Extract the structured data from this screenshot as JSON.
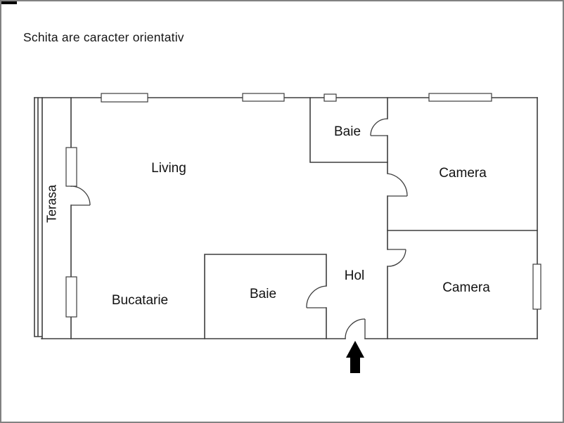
{
  "page": {
    "title": "Schita are caracter orientativ"
  },
  "floorplan": {
    "rooms": {
      "terasa": "Terasa",
      "living": "Living",
      "baie_top": "Baie",
      "camera_top": "Camera",
      "camera_bottom": "Camera",
      "bucatarie": "Bucatarie",
      "baie_bottom": "Baie",
      "hol": "Hol"
    },
    "icons": {
      "entrance": "arrow-up",
      "window": "double-line-rectangle",
      "door": "quarter-circle-swing"
    },
    "colors": {
      "wall": "#3d3d3d",
      "text": "#121212",
      "page_border": "#828282",
      "entrance_arrow": "#000000",
      "background": "#ffffff"
    }
  }
}
